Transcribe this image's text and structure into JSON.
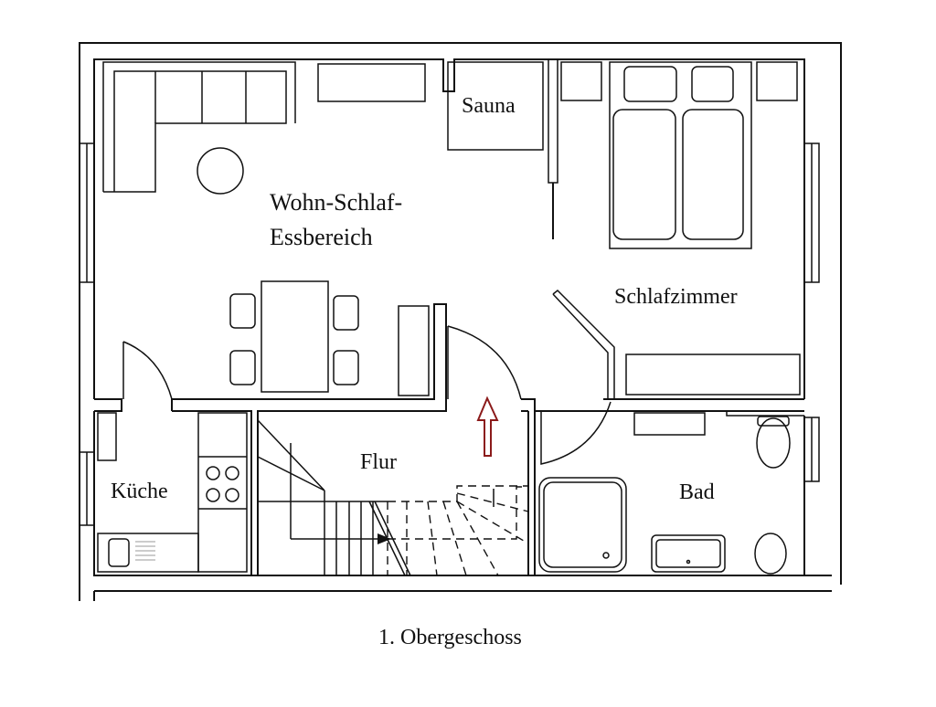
{
  "plan": {
    "caption": "1. Obergeschoss",
    "rooms": {
      "living_line1": "Wohn-Schlaf-",
      "living_line2": "Essbereich",
      "sauna": "Sauna",
      "bedroom": "Schlafzimmer",
      "hallway": "Flur",
      "kitchen": "Küche",
      "bathroom": "Bad"
    },
    "colors": {
      "line": "#111111",
      "arrow": "#8b1a1a"
    }
  }
}
